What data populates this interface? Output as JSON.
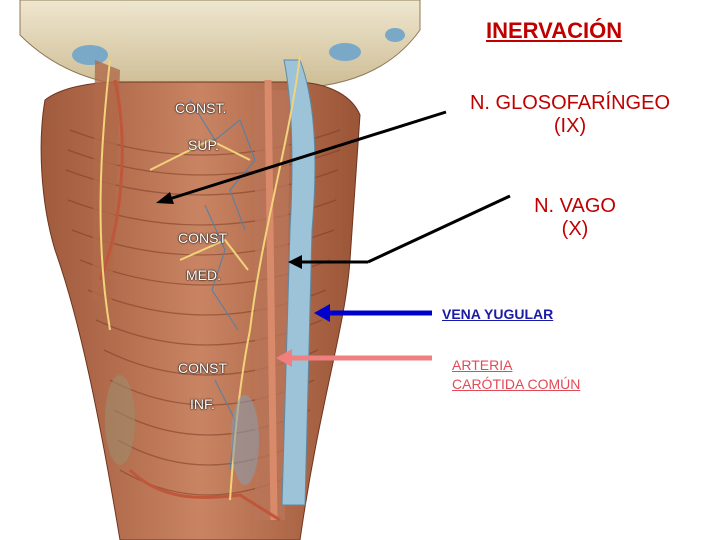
{
  "title": "INERVACIÓN",
  "labels": {
    "nerve_ix_line1": "N. GLOSOFARÍNGEO",
    "nerve_ix_line2": "(IX)",
    "nerve_x_line1": "N. VAGO",
    "nerve_x_line2": "(X)",
    "vena": "VENA YUGULAR",
    "arteria_line1": "ARTERIA",
    "arteria_line2": "CARÓTIDA COMÚN"
  },
  "muscles": {
    "sup_line1": "CONST.",
    "sup_line2": "SUP.",
    "med_line1": "CONST",
    "med_line2": "MED.",
    "inf_line1": "CONST",
    "inf_line2": "INF."
  },
  "colors": {
    "title": "#c00000",
    "nerve_text": "#c00000",
    "vena": "#1a1aa6",
    "arteria": "#e04b57",
    "arrow_black": "#000000",
    "arrow_blue": "#0000cc",
    "arrow_pink": "#f08080"
  }
}
